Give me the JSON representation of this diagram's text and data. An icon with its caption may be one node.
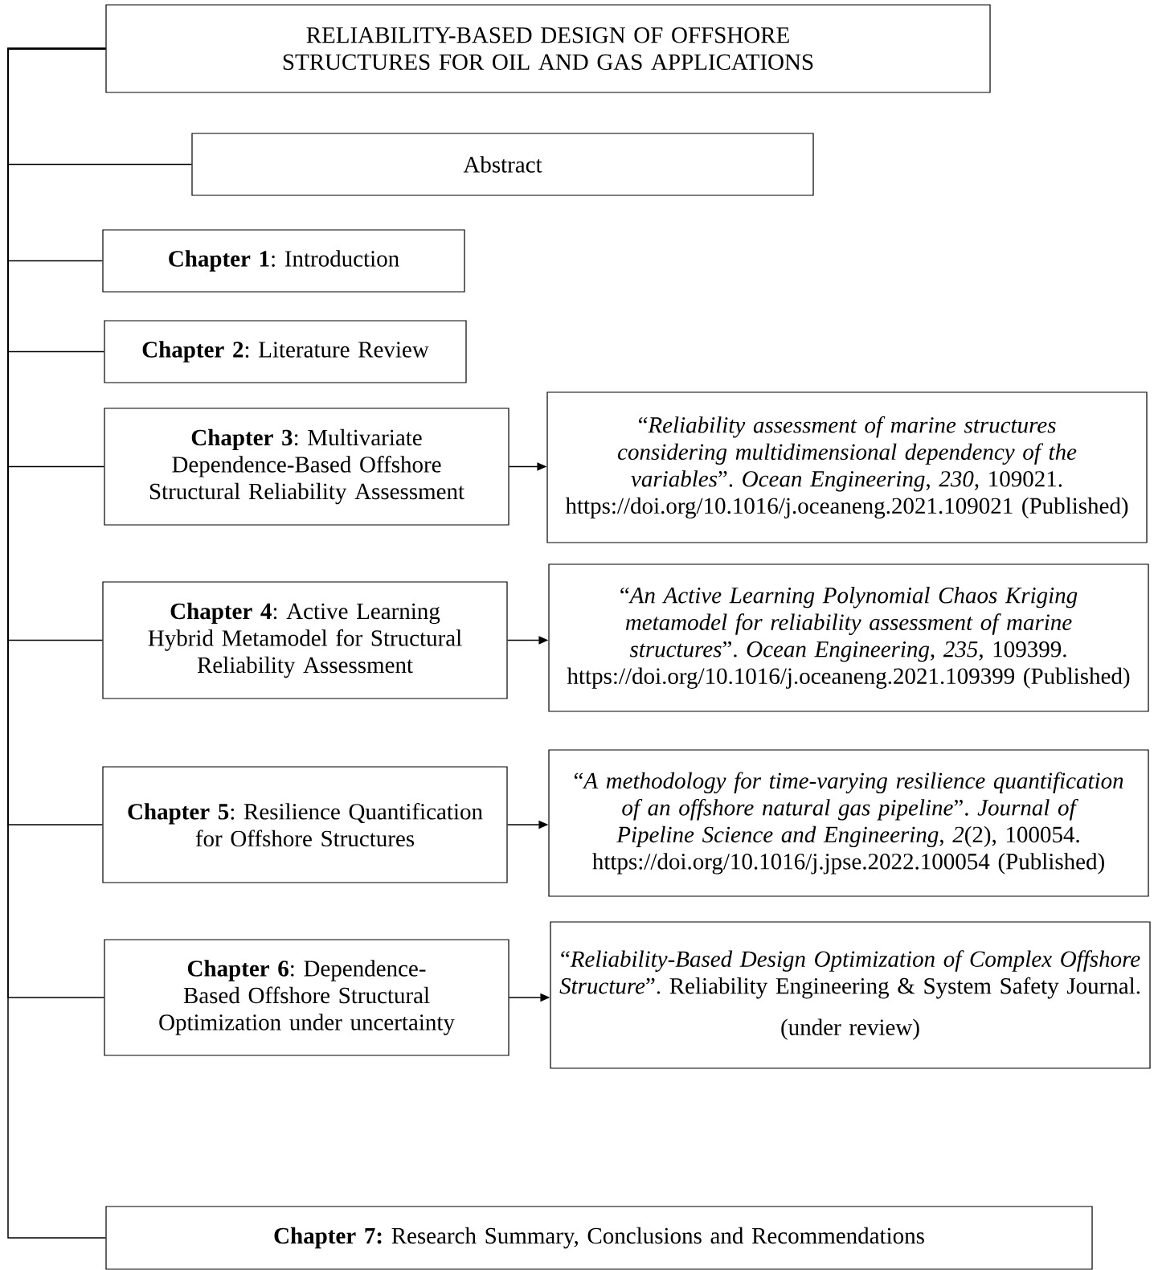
{
  "diagram": {
    "nodes": [
      {
        "text": [
          "RELIABILITY-BASED DESIGN OF OFFSHORE STRUCTURES FOR OIL AND GAS APPLICATIONS"
        ]
      },
      {
        "text": [
          "Abstract"
        ]
      },
      {
        "text": [
          "**Chapter 1**: Introduction"
        ]
      },
      {
        "text": [
          "**Chapter 2**: Literature Review"
        ]
      },
      {
        "text": [
          "**Chapter 3**: Multivariate Dependence-Based Offshore Structural Reliability Assessment"
        ]
      },
      {
        "text": [
          "“*Reliability assessment of marine structures considering multidimensional dependency of the variables*”. *Ocean Engineering*, *230*, 109021. https://doi.org/10.1016/j.oceaneng.2021.109021 (Published)"
        ]
      },
      {
        "text": [
          "**Chapter 4**: Active Learning Hybrid Metamodel for Structural Reliability Assessment"
        ]
      },
      {
        "text": [
          "“*An Active Learning Polynomial Chaos Kriging metamodel for reliability assessment of marine structures*”. *Ocean Engineering*, *235*, 109399. https://doi.org/10.1016/j.oceaneng.2021.109399 (Published)"
        ]
      },
      {
        "text": [
          "**Chapter 5**: Resilience Quantification for Offshore Structures"
        ]
      },
      {
        "text": [
          "“*A methodology for time-varying resilience quantification of an offshore natural gas pipeline*”. *Journal of Pipeline Science and Engineering*, *2*(2), 100054. https://doi.org/10.1016/j.jpse.2022.100054 (Published)"
        ]
      },
      {
        "text": [
          "**Chapter 6**: Dependence-Based Offshore Structural Optimization under uncertainty"
        ]
      },
      {
        "text": [
          "“*Reliability-Based Design Optimization of Complex Offshore Structure*”. Reliability Engineering & System Safety Journal.",
          "(under review)"
        ]
      },
      {
        "text": [
          "**Chapter 7:** Research Summary, Conclusions and Recommendations"
        ]
      }
    ],
    "edges": [
      {
        "from": 0,
        "to": 1,
        "arrow": "none"
      },
      {
        "from": 0,
        "to": 2,
        "arrow": "none"
      },
      {
        "from": 0,
        "to": 3,
        "arrow": "none"
      },
      {
        "from": 0,
        "to": 4,
        "arrow": "none"
      },
      {
        "from": 0,
        "to": 6,
        "arrow": "none"
      },
      {
        "from": 0,
        "to": 8,
        "arrow": "none"
      },
      {
        "from": 0,
        "to": 10,
        "arrow": "none"
      },
      {
        "from": 0,
        "to": 12,
        "arrow": "none"
      },
      {
        "from": 4,
        "to": 5,
        "arrow": "to"
      },
      {
        "from": 6,
        "to": 7,
        "arrow": "to"
      },
      {
        "from": 8,
        "to": 9,
        "arrow": "to"
      },
      {
        "from": 10,
        "to": 11,
        "arrow": "to"
      }
    ]
  }
}
